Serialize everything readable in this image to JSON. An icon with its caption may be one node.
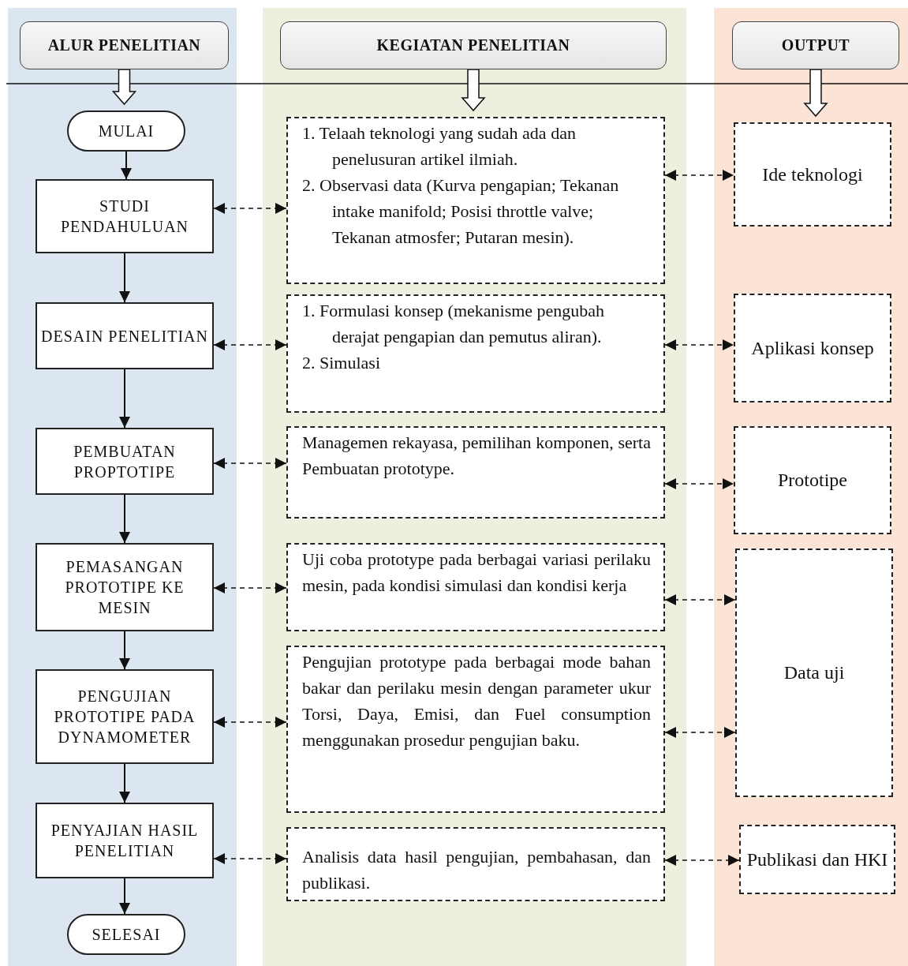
{
  "diagram": {
    "nodes": [
      {
        "text": [
          "ALUR PENELITIAN"
        ]
      },
      {
        "text": [
          "KEGIATAN PENELITIAN"
        ]
      },
      {
        "text": [
          "OUTPUT"
        ]
      },
      {
        "text": [
          "MULAI"
        ]
      },
      {
        "text": [
          "STUDI PENDAHULUAN"
        ]
      },
      {
        "text": [
          "DESAIN PENELITIAN"
        ]
      },
      {
        "text": [
          "PEMBUATAN PROPTOTIPE"
        ]
      },
      {
        "text": [
          "PEMASANGAN PROTOTIPE KE MESIN"
        ]
      },
      {
        "text": [
          "PENGUJIAN PROTOTIPE PADA DYNAMOMETER"
        ]
      },
      {
        "text": [
          "PENYAJIAN HASIL PENELITIAN"
        ]
      },
      {
        "text": [
          "SELESAI"
        ]
      },
      {
        "text": [
          "1. Telaah teknologi yang sudah ada dan penelusuran artikel ilmiah.",
          "2. Observasi data (Kurva pengapian; Tekanan intake manifold; Posisi throttle valve; Tekanan atmosfer; Putaran mesin)."
        ]
      },
      {
        "text": [
          "1. Formulasi konsep (mekanisme pengubah derajat pengapian dan pemutus aliran).",
          "2. Simulasi"
        ]
      },
      {
        "text": [
          "Managemen rekayasa, pemilihan komponen, serta Pembuatan prototype."
        ]
      },
      {
        "text": [
          "Uji coba prototype pada berbagai variasi perilaku mesin, pada kondisi simulasi dan kondisi kerja"
        ]
      },
      {
        "text": [
          "Pengujian prototype pada berbagai mode bahan bakar dan perilaku mesin dengan parameter ukur Torsi, Daya, Emisi, dan Fuel consumption menggunakan prosedur pengujian baku."
        ]
      },
      {
        "text": [
          "Analisis data hasil pengujian, pembahasan, dan publikasi."
        ]
      },
      {
        "text": [
          "Ide teknologi"
        ]
      },
      {
        "text": [
          "Aplikasi konsep"
        ]
      },
      {
        "text": [
          "Prototipe"
        ]
      },
      {
        "text": [
          "Data uji"
        ]
      },
      {
        "text": [
          "Publikasi dan HKI"
        ]
      }
    ],
    "edges": [
      {
        "from": 0,
        "to": 3,
        "arrow": "to",
        "style": "thick"
      },
      {
        "from": 1,
        "to": 11,
        "arrow": "to",
        "style": "thick"
      },
      {
        "from": 2,
        "to": 17,
        "arrow": "to",
        "style": "thick"
      },
      {
        "from": 3,
        "to": 4,
        "arrow": "to"
      },
      {
        "from": 4,
        "to": 5,
        "arrow": "to"
      },
      {
        "from": 5,
        "to": 6,
        "arrow": "to"
      },
      {
        "from": 6,
        "to": 7,
        "arrow": "to"
      },
      {
        "from": 7,
        "to": 8,
        "arrow": "to"
      },
      {
        "from": 8,
        "to": 9,
        "arrow": "to"
      },
      {
        "from": 9,
        "to": 10,
        "arrow": "to"
      },
      {
        "from": 4,
        "to": 11,
        "arrow": "both",
        "style": "dashed"
      },
      {
        "from": 5,
        "to": 12,
        "arrow": "both",
        "style": "dashed"
      },
      {
        "from": 6,
        "to": 13,
        "arrow": "both",
        "style": "dashed"
      },
      {
        "from": 7,
        "to": 14,
        "arrow": "both",
        "style": "dashed"
      },
      {
        "from": 8,
        "to": 15,
        "arrow": "both",
        "style": "dashed"
      },
      {
        "from": 9,
        "to": 16,
        "arrow": "both",
        "style": "dashed"
      },
      {
        "from": 11,
        "to": 17,
        "arrow": "both",
        "style": "dashed"
      },
      {
        "from": 12,
        "to": 18,
        "arrow": "both",
        "style": "dashed"
      },
      {
        "from": 13,
        "to": 19,
        "arrow": "both",
        "style": "dashed"
      },
      {
        "from": 14,
        "to": 20,
        "arrow": "both",
        "style": "dashed"
      },
      {
        "from": 15,
        "to": 20,
        "arrow": "both",
        "style": "dashed"
      },
      {
        "from": 16,
        "to": 21,
        "arrow": "both",
        "style": "dashed"
      }
    ]
  }
}
